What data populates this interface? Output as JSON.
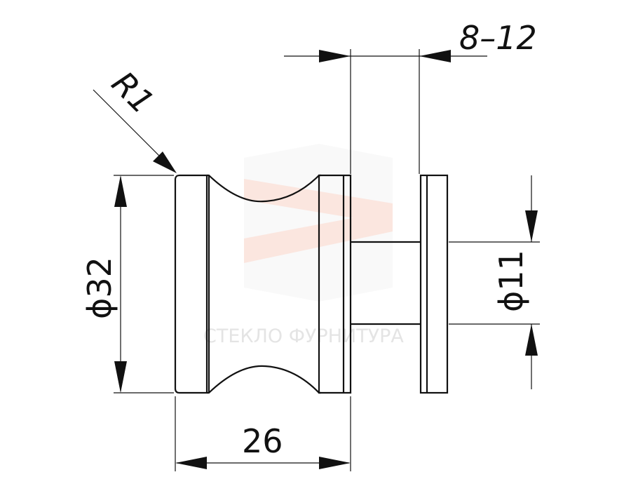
{
  "dimensions": {
    "radius": "R1",
    "gap": "8–12",
    "diameter_knob": "ϕ32",
    "diameter_stem": "ϕ11",
    "length": "26"
  },
  "watermark": {
    "text": "СТЕКЛО ФУРНИТУРА"
  }
}
